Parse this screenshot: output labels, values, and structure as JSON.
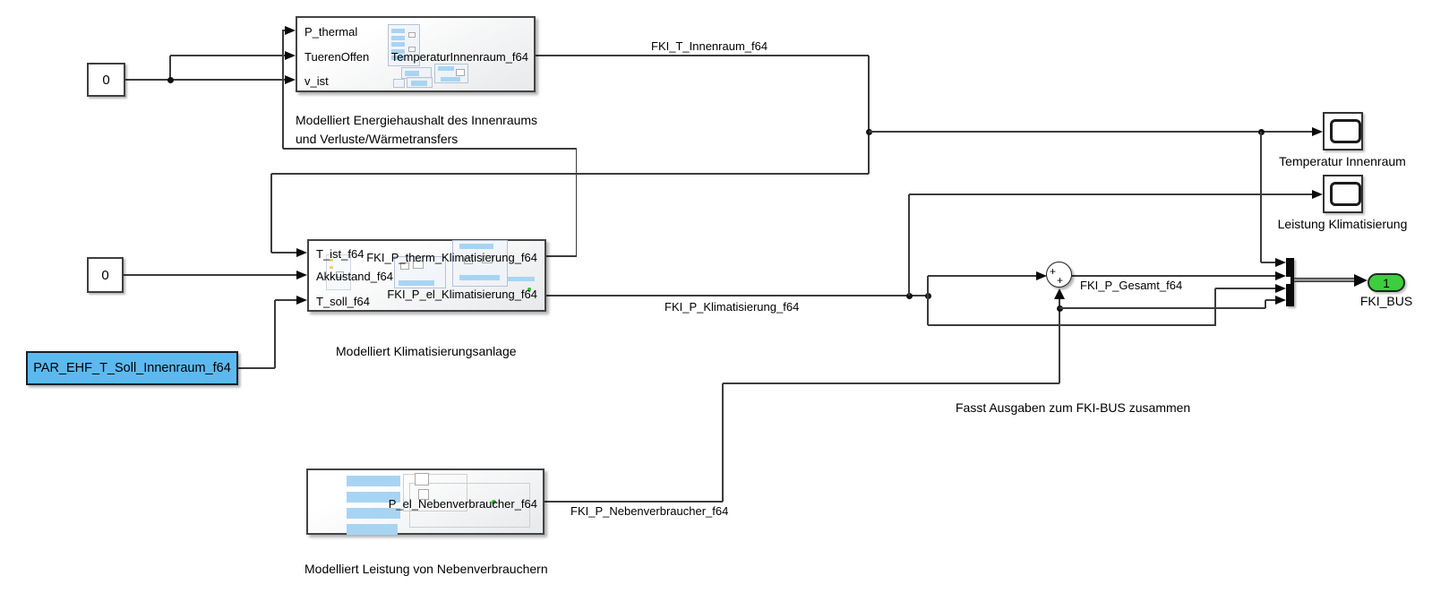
{
  "colors": {
    "parameter_blue": "#5CB9EF",
    "outport_green": "#3DCE3E",
    "wire": "#3C3C3C",
    "thumbnail_blue": "#A8D4F3"
  },
  "constants": {
    "top_value": "0",
    "mid_value": "0"
  },
  "subsystems": {
    "innenraum": {
      "inputs": [
        "P_thermal",
        "TuerenOffen",
        "v_ist"
      ],
      "output": "TemperaturInnenraum_f64",
      "caption1": "Modelliert Energiehaushalt des Innenraums",
      "caption2": "und Verluste/Wärmetransfers"
    },
    "klimatisierung": {
      "inputs": [
        "T_ist_f64",
        "Akkustand_f64",
        "T_soll_f64"
      ],
      "outputs": [
        "FKI_P_therm_Klimatisierung_f64",
        "FKI_P_el_Klimatisierung_f64"
      ],
      "caption": "Modelliert Klimatisierungsanlage"
    },
    "nebenverbraucher": {
      "output": "P_el_Nebenverbraucher_f64",
      "caption": "Modelliert Leistung von Nebenverbrauchern"
    }
  },
  "parameter_block": {
    "label": "PAR_EHF_T_Soll_Innenraum_f64"
  },
  "scopes": {
    "temperatur": "Temperatur Innenraum",
    "leistung": "Leistung Klimatisierung"
  },
  "sum_block": {
    "sign_left": "+",
    "sign_bottom": "+"
  },
  "signals": {
    "t_innenraum": "FKI_T_Innenraum_f64",
    "p_klimatisierung": "FKI_P_Klimatisierung_f64",
    "p_gesamt": "FKI_P_Gesamt_f64",
    "p_nebenverbraucher": "FKI_P_Nebenverbraucher_f64"
  },
  "bus": {
    "annotation": "Fasst Ausgaben zum FKI-BUS zusammen",
    "outport_number": "1",
    "outport_label": "FKI_BUS"
  }
}
